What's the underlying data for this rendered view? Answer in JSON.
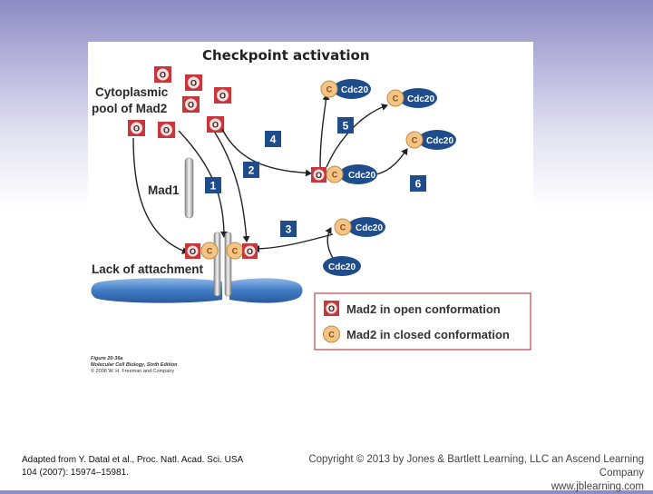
{
  "diagram": {
    "title": "Checkpoint activation",
    "cytoplasmic_label_line1": "Cytoplasmic",
    "cytoplasmic_label_line2": "pool of Mad2",
    "mad1_label": "Mad1",
    "lack_label": "Lack of attachment",
    "o_letter": "O",
    "c_letter": "C",
    "cdc20_label": "Cdc20",
    "steps": [
      "1",
      "2",
      "3",
      "4",
      "5",
      "6"
    ],
    "legend": {
      "open": "Mad2 in open conformation",
      "closed": "Mad2 in closed conformation"
    },
    "figure_caption_line1": "Figure 20-36a",
    "figure_caption_line2": "Molecular Cell Biology, Sixth Edition",
    "figure_caption_line3": "© 2008 W. H. Freeman and Company",
    "colors": {
      "mad2_open": "#c8373b",
      "mad2_closed": "#f2c488",
      "cdc20": "#1f4d8c",
      "step_box": "#1f4d8c",
      "chromosome": "#4a86cc",
      "legend_border": "#a33"
    }
  },
  "footer": {
    "citation_line1": "Adapted from Y. Datal et al., Proc. Natl. Acad. Sci. USA",
    "citation_line2": "104 (2007): 15974–15981.",
    "copyright_line1": "Copyright © 2013 by Jones & Bartlett Learning, LLC an Ascend Learning Company",
    "copyright_line2": "www.jblearning.com"
  }
}
